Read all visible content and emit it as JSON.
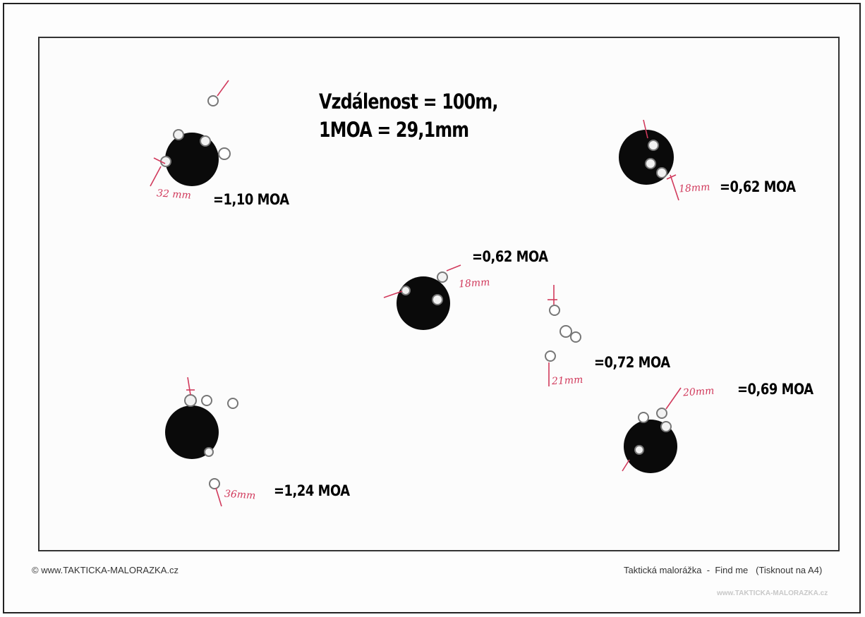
{
  "headline": {
    "line1": "Vzdálenost = 100m,",
    "line2": "1MOA = 29,1mm"
  },
  "groups": [
    {
      "id": "top-left",
      "result": "=1,10 MOA",
      "measure": "32 mm"
    },
    {
      "id": "top-right",
      "result": "=0,62 MOA",
      "measure": "18mm"
    },
    {
      "id": "center",
      "result": "=0,62 MOA",
      "measure": "18mm"
    },
    {
      "id": "mid-right",
      "result": "=0,72 MOA",
      "measure": "21mm"
    },
    {
      "id": "bottom-right",
      "result": "=0,69 MOA",
      "measure": "20mm"
    },
    {
      "id": "bottom-left",
      "result": "=1,24 MOA",
      "measure": "36mm"
    }
  ],
  "footer": {
    "left": "© www.TAKTICKA-MALORAZKA.cz",
    "right": "Taktická malorážka  -  Find me   (Tisknout na A4)",
    "watermark": "www.TAKTICKA-MALORAZKA.cz"
  },
  "colors": {
    "ink": "#000000",
    "annotation": "#d13a5c",
    "frame": "#333333"
  }
}
